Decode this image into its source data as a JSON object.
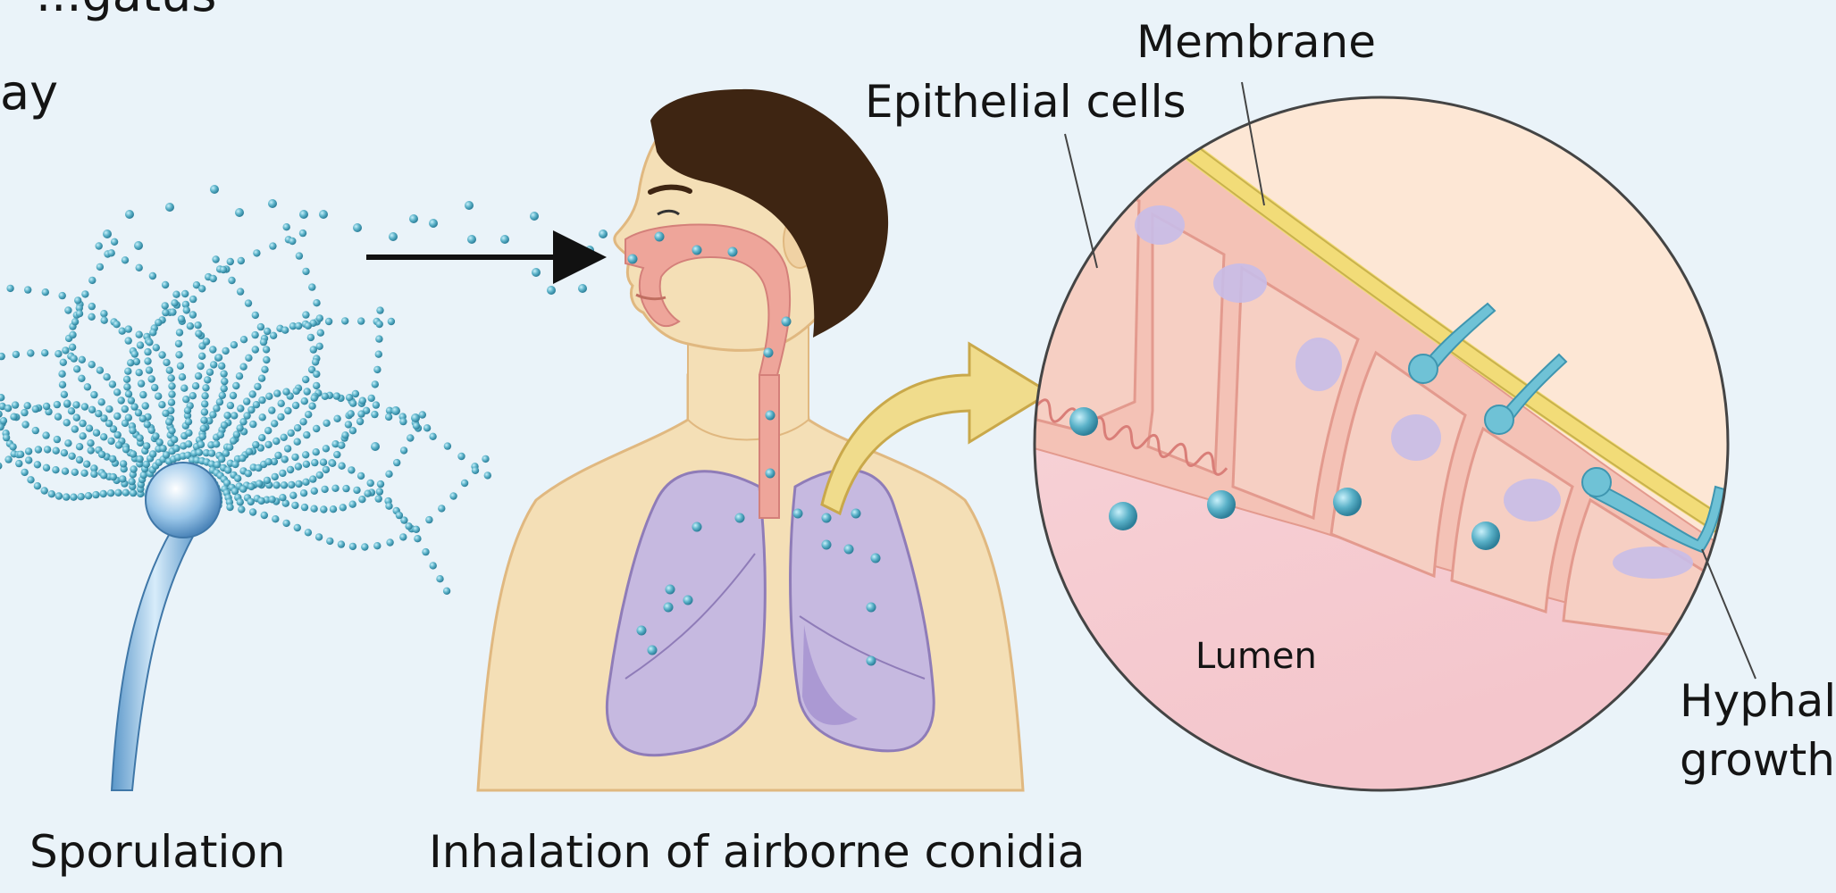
{
  "title_fragment_line1": "...gatus",
  "title_fragment_line2": "ay",
  "labels": {
    "membrane": "Membrane",
    "epithelial_cells": "Epithelial cells",
    "lumen": "Lumen",
    "hyphal_growth_line1": "Hyphal",
    "hyphal_growth_line2": "growth",
    "sporulation": "Sporulation",
    "inhalation": "Inhalation of airborne conidia"
  },
  "colors": {
    "background": "#eaf3f9",
    "conidia": "#5ab1c8",
    "skin": "#f4dfb6",
    "airway": "#eea59a",
    "lung": "#c6b9e0",
    "hair": "#3e2512",
    "arrow_curved": "#f0dc8c",
    "membrane": "#f2dc78",
    "lumen": "#f6cdd3"
  }
}
